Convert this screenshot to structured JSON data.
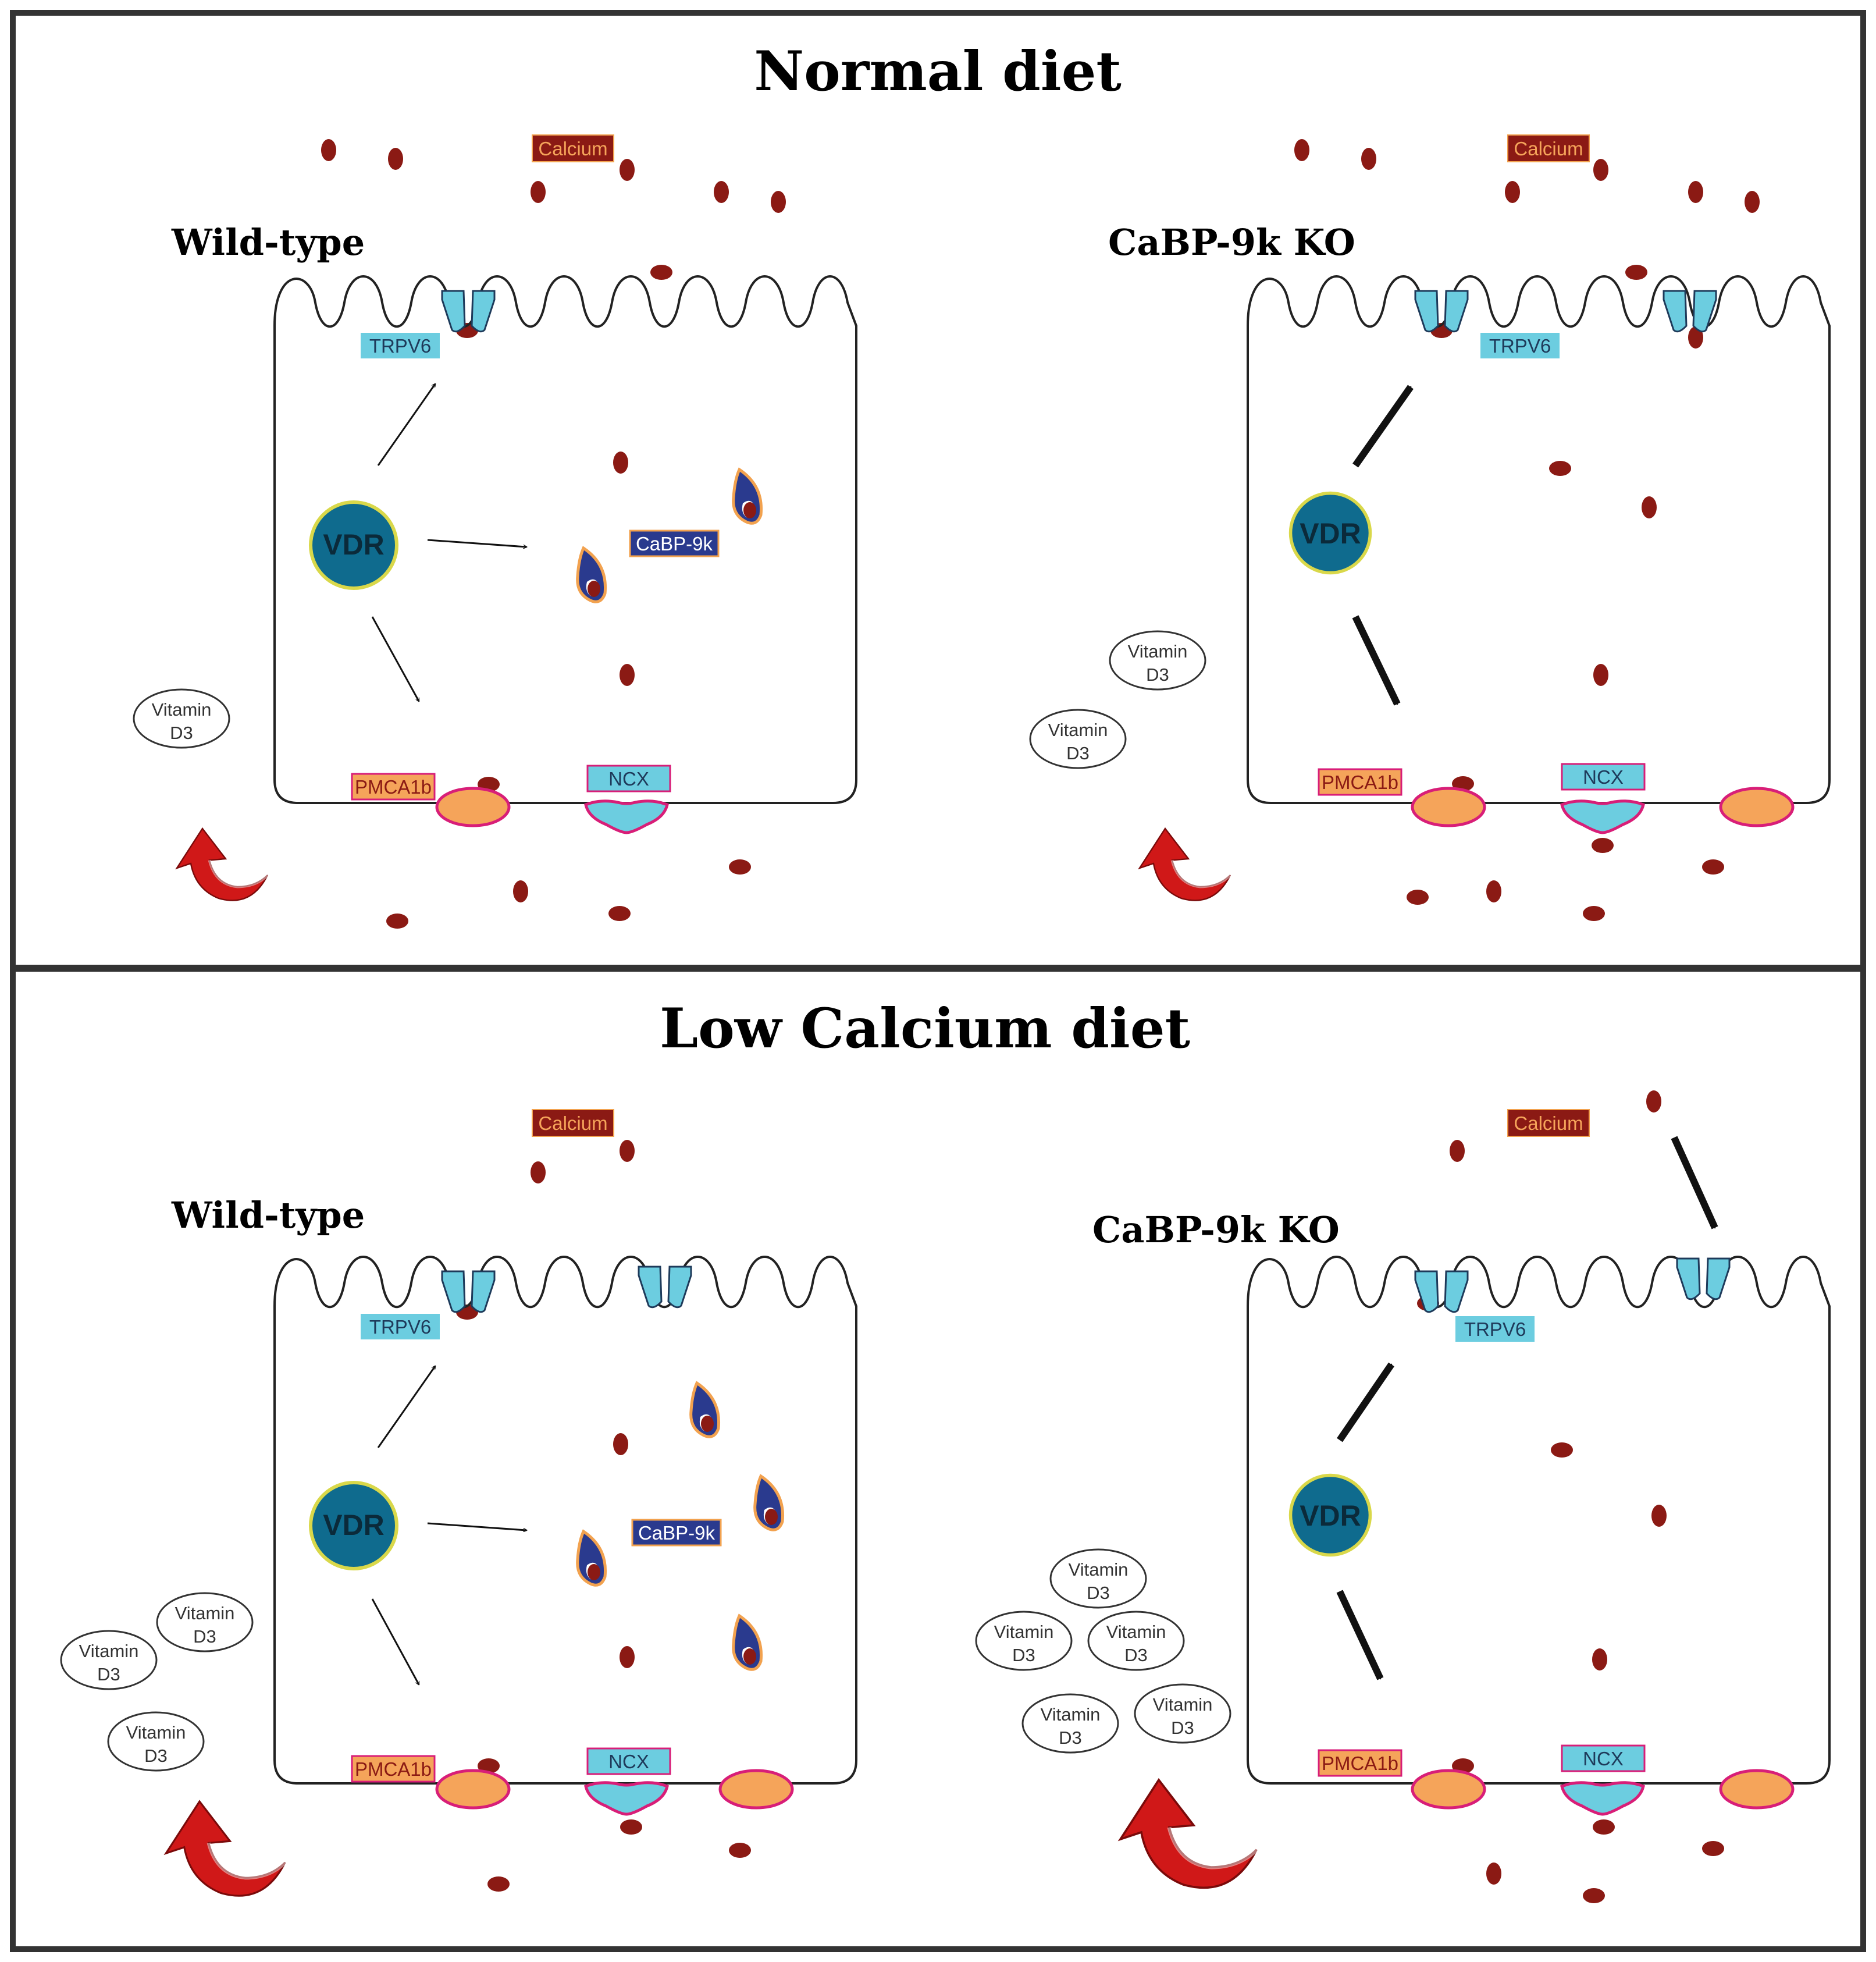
{
  "sections": [
    {
      "title": "Normal diet"
    },
    {
      "title": "Low Calcium diet"
    }
  ],
  "panels": [
    {
      "genotype": "Wild-type",
      "calcium": "Calcium",
      "trpv6": "TRPV6",
      "vdr": "VDR",
      "cabp": "CaBP-9k",
      "pmca": "PMCA1b",
      "ncx": "NCX",
      "vitamin_d3": [
        [
          "Vitamin",
          "D3"
        ]
      ]
    },
    {
      "genotype": "CaBP-9k KO",
      "calcium": "Calcium",
      "trpv6": "TRPV6",
      "vdr": "VDR",
      "pmca": "PMCA1b",
      "ncx": "NCX",
      "vitamin_d3": [
        [
          "Vitamin",
          "D3"
        ],
        [
          "Vitamin",
          "D3"
        ]
      ]
    },
    {
      "genotype": "Wild-type",
      "calcium": "Calcium",
      "trpv6": "TRPV6",
      "vdr": "VDR",
      "cabp": "CaBP-9k",
      "pmca": "PMCA1b",
      "ncx": "NCX",
      "vitamin_d3": [
        [
          "Vitamin",
          "D3"
        ],
        [
          "Vitamin",
          "D3"
        ],
        [
          "Vitamin",
          "D3"
        ]
      ]
    },
    {
      "genotype": "CaBP-9k KO",
      "calcium": "Calcium",
      "trpv6": "TRPV6",
      "vdr": "VDR",
      "pmca": "PMCA1b",
      "ncx": "NCX",
      "vitamin_d3": [
        [
          "Vitamin",
          "D3"
        ],
        [
          "Vitamin",
          "D3"
        ],
        [
          "Vitamin",
          "D3"
        ],
        [
          "Vitamin",
          "D3"
        ],
        [
          "Vitamin",
          "D3"
        ]
      ]
    }
  ],
  "colors": {
    "calcium": "#8b1a14",
    "trpv6": "#6ccde0",
    "cabp": "#2a3a8e",
    "pmca": "#f5a45a",
    "vdr": "#0f6b8e",
    "arrow_red": "#d01818",
    "membrane": "#222222"
  }
}
